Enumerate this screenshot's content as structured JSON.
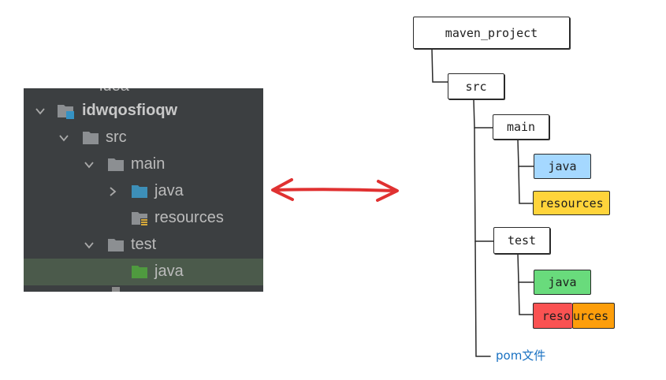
{
  "ide_tree": {
    "cut_top_label": "idea",
    "rows": [
      {
        "label": "idwqosfioqw",
        "bold": true
      },
      {
        "label": "src"
      },
      {
        "label": "main"
      },
      {
        "label": "java"
      },
      {
        "label": "resources"
      },
      {
        "label": "test"
      },
      {
        "label": "java"
      }
    ],
    "colors": {
      "panel": "#3c3f41",
      "selected_row": "#4b5a4b",
      "folder_gray": "#8c8f92",
      "folder_blue": "#3d8fb8",
      "folder_green": "#4f9a3f",
      "module_badge": "#3592c4"
    }
  },
  "arrow": {
    "color": "#e03131"
  },
  "diagram": {
    "nodes": {
      "root": {
        "label": "maven_project"
      },
      "src": {
        "label": "src"
      },
      "main": {
        "label": "main"
      },
      "main_java": {
        "label": "java",
        "fill": "#a5d8ff"
      },
      "main_resources": {
        "label": "resources",
        "fill": "#ffd43b"
      },
      "test": {
        "label": "test"
      },
      "test_java": {
        "label": "java",
        "fill": "#69db7c"
      },
      "test_resources_a": {
        "label": "reso",
        "fill": "#fa5252"
      },
      "test_resources_b": {
        "label": "urces",
        "fill": "#fd9e0b"
      }
    },
    "pom_label": "pom文件",
    "colors": {
      "line": "#2a2a2a",
      "pom": "#1971c2"
    }
  }
}
